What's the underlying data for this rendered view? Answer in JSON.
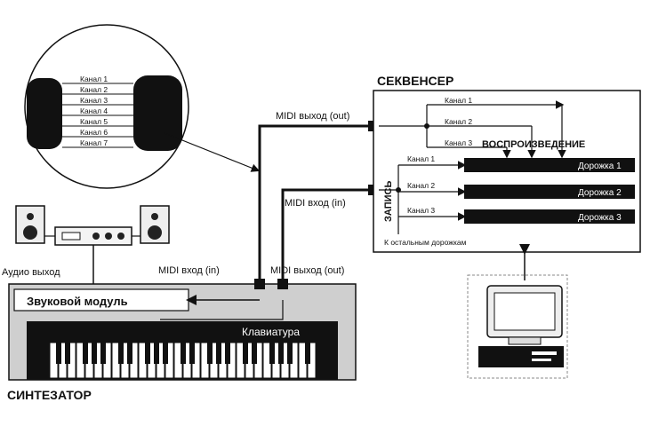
{
  "cable": {
    "channels": [
      "Канал 1",
      "Канал 2",
      "Канал 3",
      "Канал 4",
      "Канал 5",
      "Канал 6",
      "Канал 7"
    ]
  },
  "connections": {
    "midi_out_top": "MIDI выход (out)",
    "midi_in_top": "MIDI вход (in)",
    "midi_in_synth": "MIDI вход (in)",
    "midi_out_synth": "MIDI выход (out)",
    "audio_out": "Аудио выход"
  },
  "sequencer": {
    "title": "СЕКВЕНСЕР",
    "playback": "ВОСПРОИЗВЕДЕНИЕ",
    "record": "ЗАПИСЬ",
    "play_channels": [
      "Канал 1",
      "Канал 2",
      "Канал 3"
    ],
    "rec_channels": [
      "Канал 1",
      "Канал 2",
      "Канал 3"
    ],
    "tracks": [
      "Дорожка 1",
      "Дорожка 2",
      "Дорожка 3"
    ],
    "other_tracks": "К остальным дорожкам"
  },
  "synth": {
    "title": "СИНТЕЗАТОР",
    "sound_module": "Звуковой модуль",
    "keyboard": "Клавиатура"
  }
}
